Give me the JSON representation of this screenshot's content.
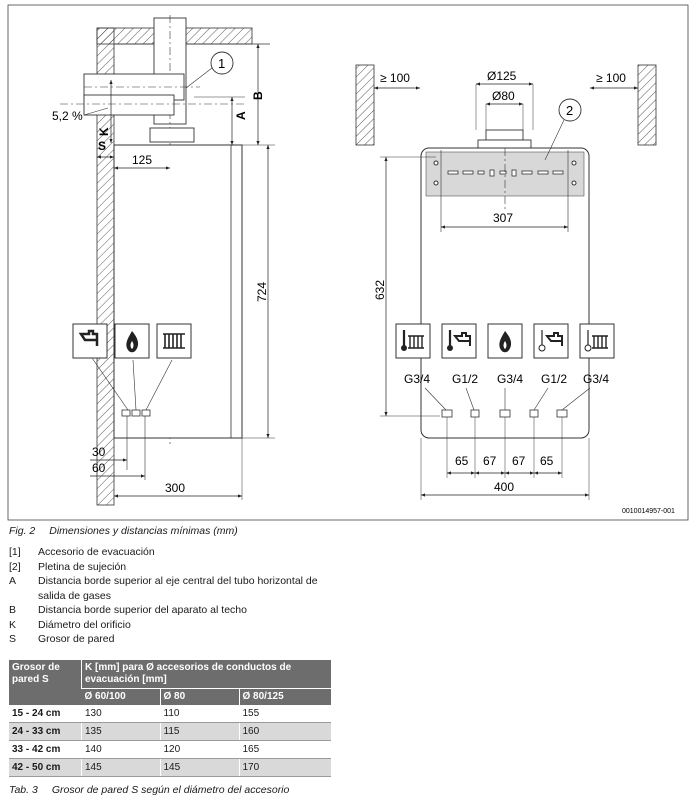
{
  "figure": {
    "dims_left": {
      "d724": "724",
      "d125": "125",
      "d30": "30",
      "d60": "60",
      "d300": "300",
      "slope": "5,2 %",
      "A": "A",
      "B": "B",
      "K": "K",
      "S": "S",
      "callout1": "1"
    },
    "dims_right": {
      "clear_left": "≥ 100",
      "clear_right": "≥ 100",
      "d125": "Ø125",
      "d80": "Ø80",
      "d632": "632",
      "d307": "307",
      "d400": "400",
      "s1": "65",
      "s2": "67",
      "s3": "67",
      "s4": "65",
      "callout2": "2"
    },
    "connections": [
      {
        "label": "G3/4",
        "icon": "heating-flow-icon"
      },
      {
        "label": "G1/2",
        "icon": "hot-water-tap-icon"
      },
      {
        "label": "G3/4",
        "icon": "gas-flame-icon"
      },
      {
        "label": "G1/2",
        "icon": "cold-water-tap-icon"
      },
      {
        "label": "G3/4",
        "icon": "heating-return-icon"
      }
    ],
    "code": "0010014957-001"
  },
  "caption": {
    "label": "Fig. 2",
    "text": "Dimensiones y distancias mínimas (mm)"
  },
  "legend": [
    {
      "key": "[1]",
      "text": "Accesorio de evacuación"
    },
    {
      "key": "[2]",
      "text": "Pletina de sujeción"
    },
    {
      "key": "A",
      "text": "Distancia borde superior al eje central del tubo horizontal de salida de gases"
    },
    {
      "key": "B",
      "text": "Distancia borde superior del aparato al techo"
    },
    {
      "key": "K",
      "text": "Diámetro del orificio"
    },
    {
      "key": "S",
      "text": "Grosor de pared"
    }
  ],
  "table": {
    "head_col1": "Grosor de pared S",
    "head_group": "K [mm] para Ø accesorios de conductos de evacuación [mm]",
    "sub_headers": [
      "Ø 60/100",
      "Ø 80",
      "Ø 80/125"
    ],
    "rows": [
      [
        "15 - 24 cm",
        "130",
        "110",
        "155"
      ],
      [
        "24 - 33 cm",
        "135",
        "115",
        "160"
      ],
      [
        "33 - 42 cm",
        "140",
        "120",
        "165"
      ],
      [
        "42 - 50 cm",
        "145",
        "145",
        "170"
      ]
    ]
  },
  "table_caption": {
    "label": "Tab. 3",
    "text": "Grosor de pared S según el diámetro del accesorio"
  }
}
